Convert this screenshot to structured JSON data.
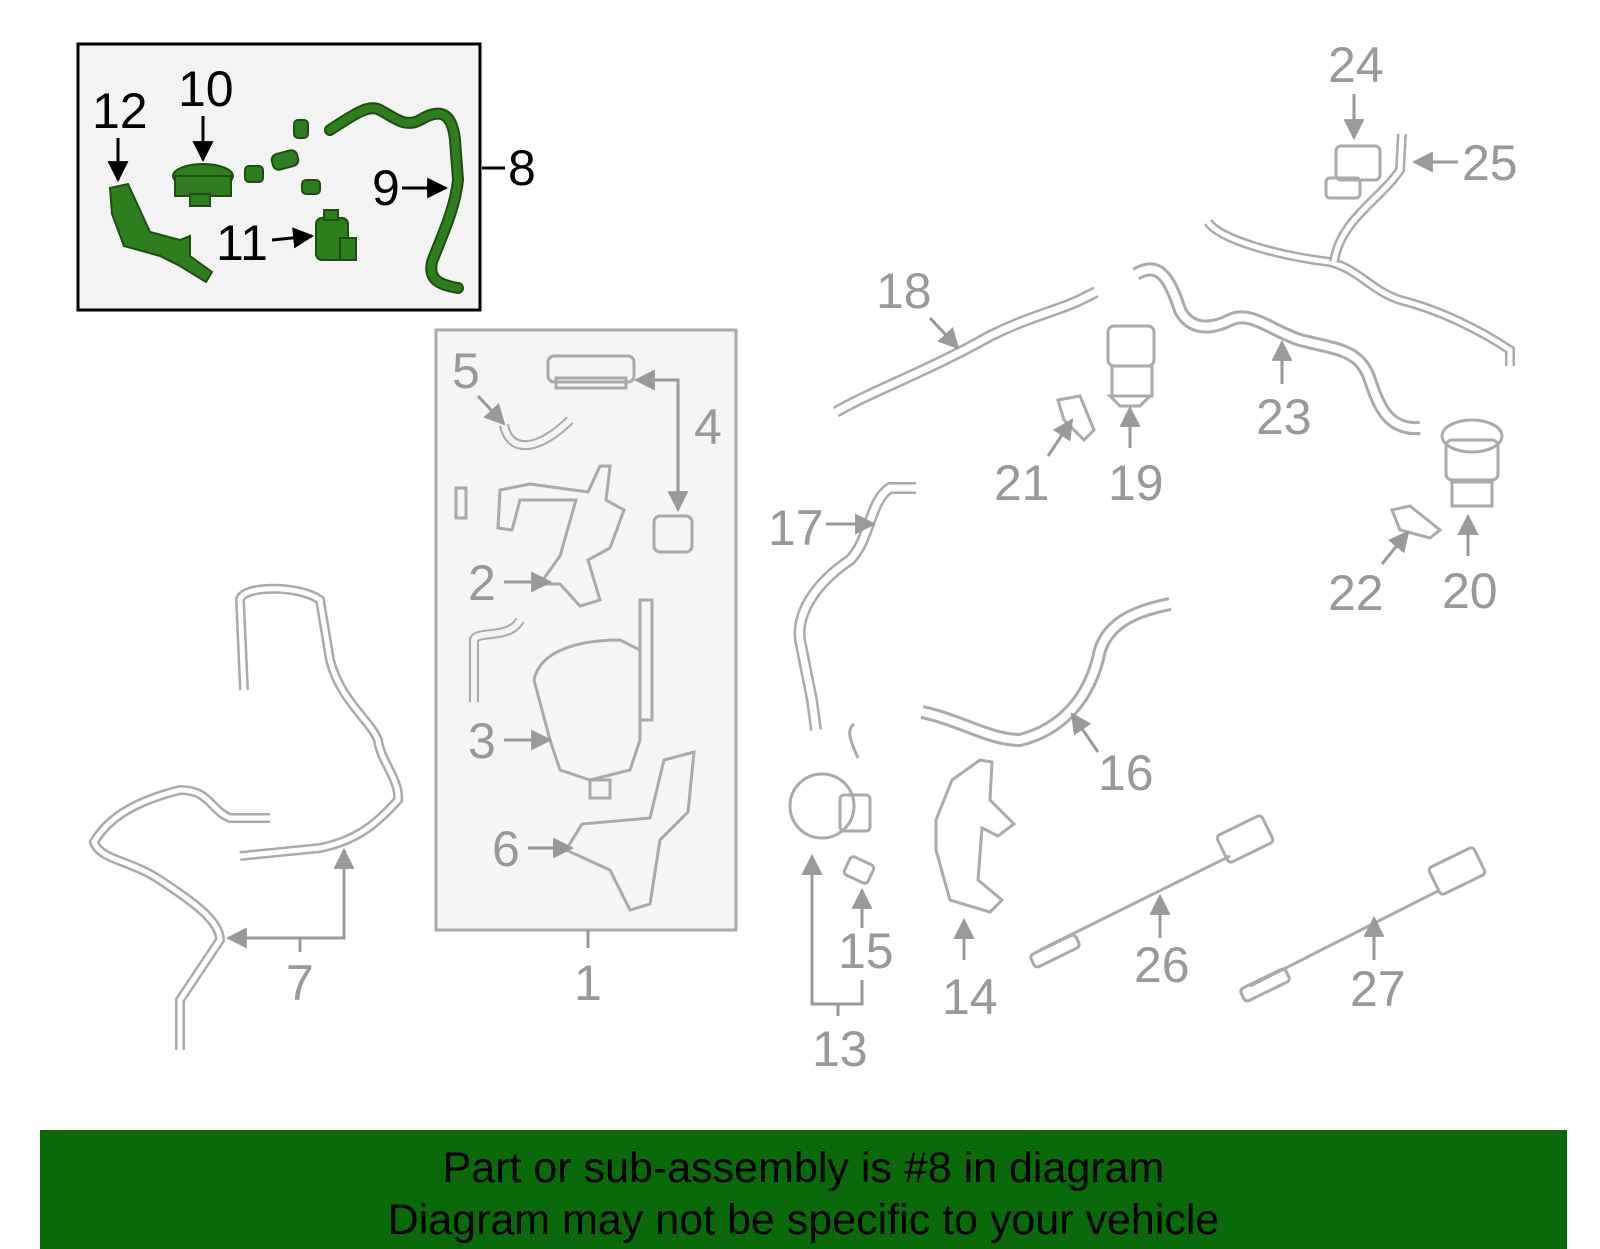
{
  "colors": {
    "background": "#ffffff",
    "part_stroke": "#aaaaaa",
    "callout": "#999999",
    "highlight_fill": "#2e7d1e",
    "highlight_text": "#000000",
    "inset_bg": "#f3f3f3",
    "banner_bg": "#0a6a0a",
    "banner_text": "#000000"
  },
  "diagram": {
    "callouts": {
      "c1": "1",
      "c2": "2",
      "c3": "3",
      "c4": "4",
      "c5": "5",
      "c6": "6",
      "c7": "7",
      "c8": "8",
      "c9": "9",
      "c10": "10",
      "c11": "11",
      "c12": "12",
      "c13": "13",
      "c14": "14",
      "c15": "15",
      "c16": "16",
      "c17": "17",
      "c18": "18",
      "c19": "19",
      "c20": "20",
      "c21": "21",
      "c22": "22",
      "c23": "23",
      "c24": "24",
      "c25": "25",
      "c26": "26",
      "c27": "27"
    },
    "highlighted_part": "8"
  },
  "banner": {
    "line1": "Part or sub-assembly is #8 in diagram",
    "line2": "Diagram may not be specific to your vehicle"
  }
}
